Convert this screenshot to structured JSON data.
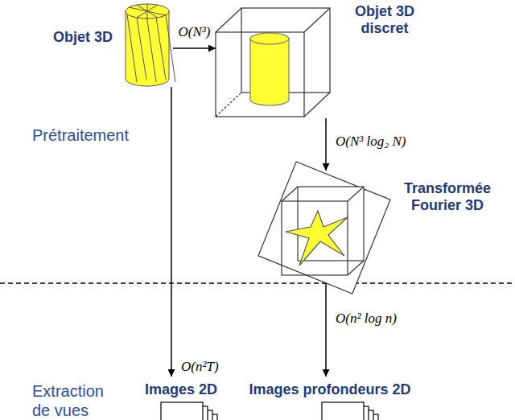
{
  "diagram": {
    "nodes": [
      {
        "text": [
          "Objet 3D"
        ]
      },
      {
        "text": [
          "Objet 3D discret"
        ]
      },
      {
        "text": [
          "Transformée Fourier 3D"
        ]
      },
      {
        "text": [
          "Images 2D"
        ]
      },
      {
        "text": [
          "Images profondeurs 2D"
        ]
      }
    ],
    "edges": [
      {
        "from": 0,
        "to": 1,
        "arrow": "to",
        "label": "O(N³)"
      },
      {
        "from": 1,
        "to": 2,
        "arrow": "to",
        "label": "O(N³ log₂ N)"
      },
      {
        "from": 0,
        "to": 3,
        "arrow": "to",
        "label": "O(n²T)"
      },
      {
        "from": 2,
        "to": 4,
        "arrow": "to",
        "label": "O(n² log n)"
      }
    ],
    "labels": [
      "Prétraitement",
      "Extraction de vues"
    ]
  }
}
